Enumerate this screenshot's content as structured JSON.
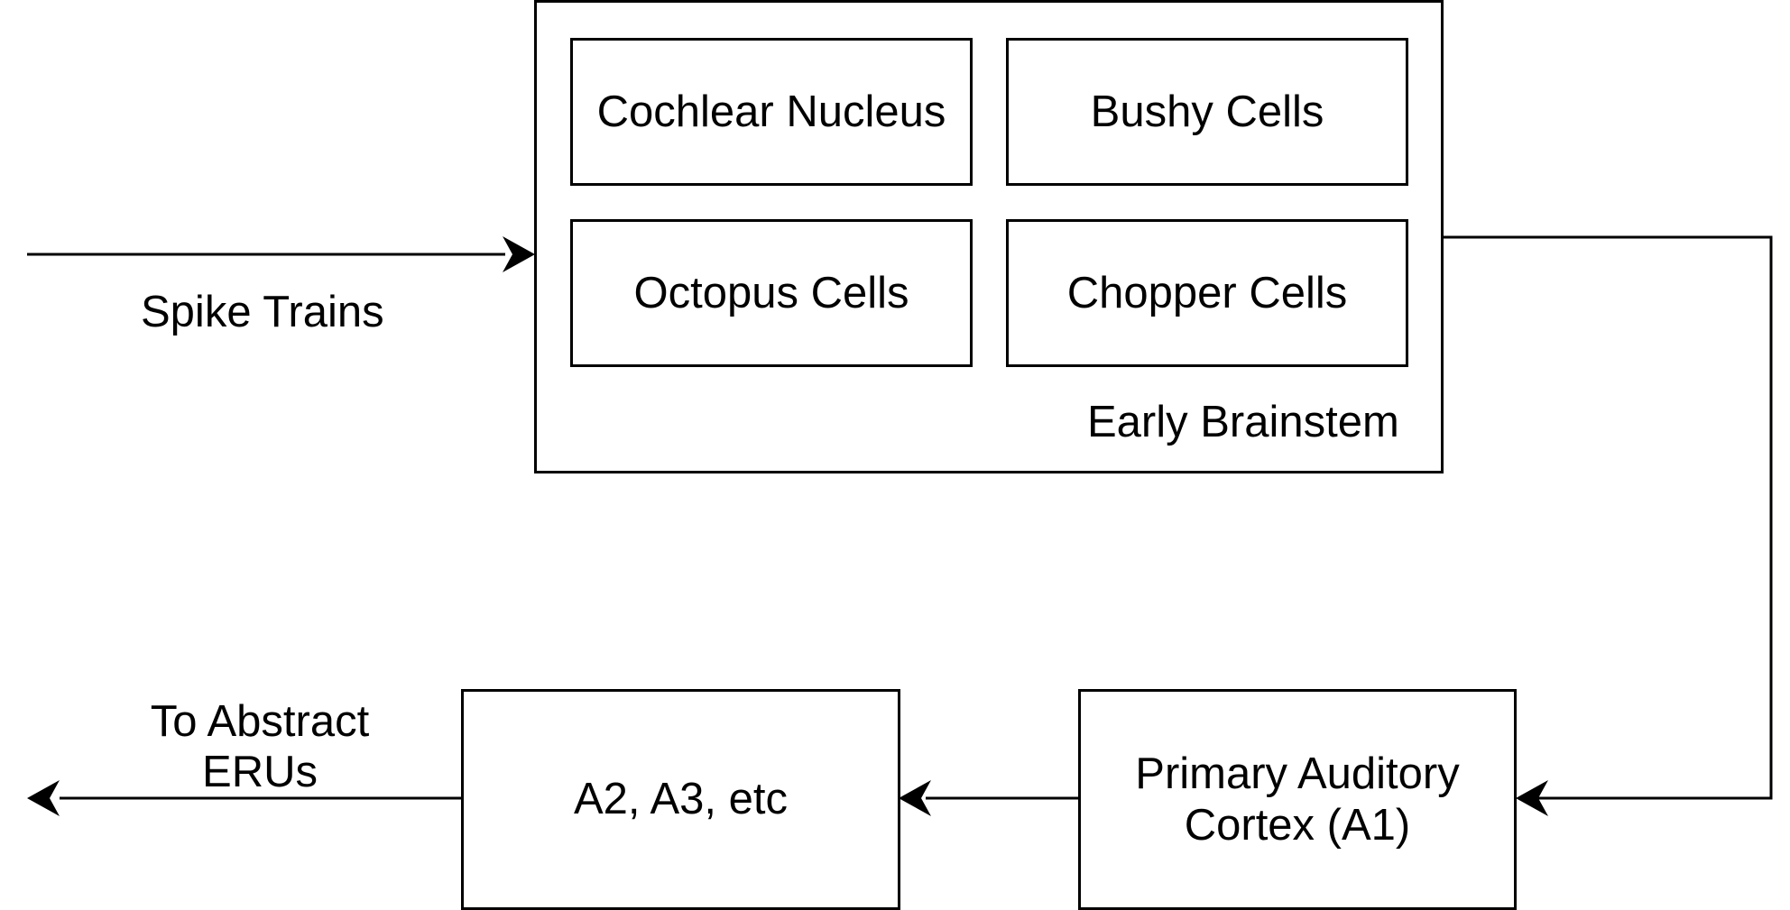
{
  "diagram": {
    "input_label": "Spike Trains",
    "group": {
      "title": "Early Brainstem",
      "cells": [
        "Cochlear Nucleus",
        "Bushy Cells",
        "Octopus Cells",
        "Chopper Cells"
      ]
    },
    "primary": {
      "line1": "Primary Auditory",
      "line2": "Cortex (A1)"
    },
    "secondary": "A2, A3, etc",
    "output_label": {
      "line1": "To Abstract",
      "line2": "ERUs"
    }
  }
}
